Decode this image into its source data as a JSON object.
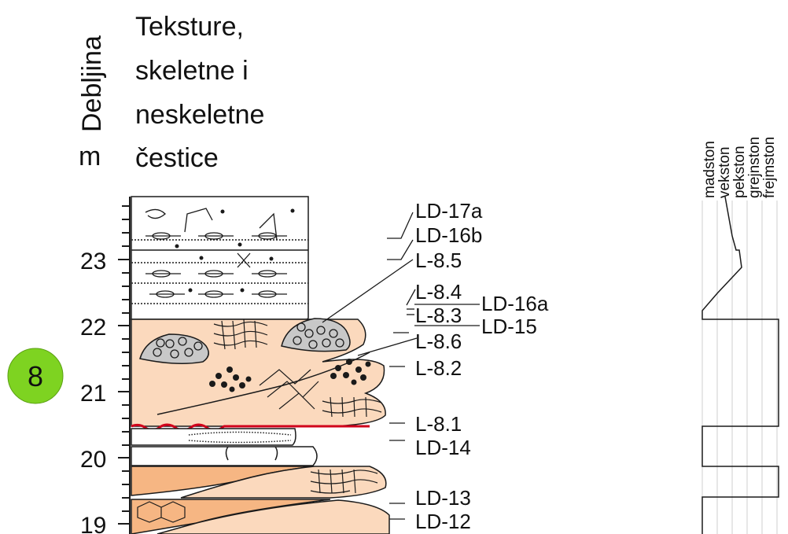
{
  "header": {
    "thickness_label": "Debljina",
    "unit_label": "m",
    "texture_lines": [
      "Teksture,",
      "skeletne i",
      "neskeletne",
      "čestice"
    ]
  },
  "unit_badge": {
    "text": "8",
    "color": "#7ed321"
  },
  "depth_ticks": [
    "23",
    "22",
    "21",
    "20",
    "19"
  ],
  "sample_labels": [
    "LD-17a",
    "LD-16b",
    "L-8.5",
    "L-8.4",
    "L-8.3",
    "LD-16a",
    "LD-15",
    "L-8.6",
    "L-8.2",
    "L-8.1",
    "LD-14",
    "LD-13",
    "LD-12"
  ],
  "texture_classes": [
    "madston",
    "vekston",
    "pekston",
    "grejnston",
    "frejmston"
  ],
  "colors": {
    "fill_light": "#fbd9bd",
    "fill_dark": "#f6b683",
    "erosion_surface": "#d0021b",
    "clast": "#c8c8c8",
    "outline": "#1a1a1a",
    "grid": "#cfcfcf"
  }
}
